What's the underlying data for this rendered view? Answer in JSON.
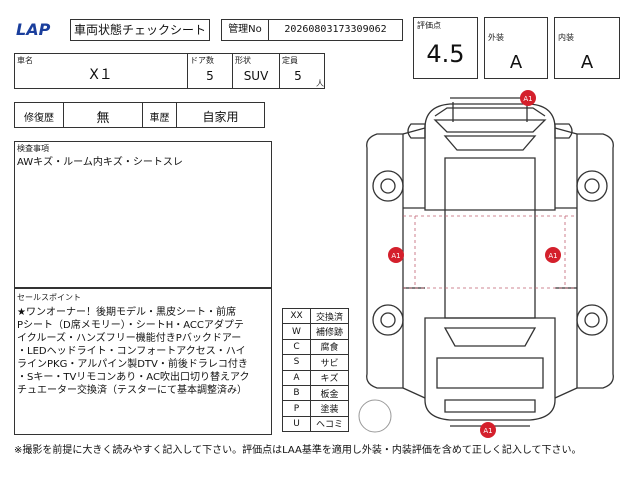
{
  "header": {
    "logo_text": "LAP",
    "sheet_title": "車両状態チェックシート",
    "management_label": "管理No",
    "management_no": "20260803173309062"
  },
  "grades": {
    "overall_label": "評価点",
    "overall": "4.5",
    "exterior_label": "外装",
    "exterior": "A",
    "interior_label": "内装",
    "interior": "A"
  },
  "vehicle": {
    "name_label": "車名",
    "name": "X１",
    "doors_label": "ドア数",
    "doors": "5",
    "shape_label": "形状",
    "shape": "SUV",
    "capacity_label": "定員",
    "capacity": "5",
    "capacity_unit": "人"
  },
  "history": {
    "repair_label": "修復歴",
    "repair": "無",
    "use_label": "車歴",
    "use": "自家用"
  },
  "inspection": {
    "label": "検査事項",
    "text": "AWキズ・ルーム内キズ・シートスレ"
  },
  "sales_points": {
    "label": "セールスポイント",
    "lines": [
      "★ワンオーナー！後期モデル・黒皮シート・前席",
      "Pシート（D席メモリー）・シートH・ACCアダプテ",
      "イクルーズ・ハンズフリー機能付きPバックドアー",
      "・LEDヘッドライト・コンフォートアクセス・ハイ",
      "ラインPKG・アルパイン製DTV・前後ドラレコ付き",
      "・Sキー・TVリモコンあり・AC吹出口切り替えアク",
      "チュエーター交換済（テスターにて基本調整済み）"
    ]
  },
  "legend": [
    {
      "code": "XX",
      "meaning": "交換済"
    },
    {
      "code": "W",
      "meaning": "補修跡"
    },
    {
      "code": "C",
      "meaning": "腐食"
    },
    {
      "code": "S",
      "meaning": "サビ"
    },
    {
      "code": "A",
      "meaning": "キズ"
    },
    {
      "code": "B",
      "meaning": "板金"
    },
    {
      "code": "P",
      "meaning": "塗装"
    },
    {
      "code": "U",
      "meaning": "ヘコミ"
    }
  ],
  "damage_marks": [
    {
      "label": "A1",
      "location": "front bumper"
    },
    {
      "label": "A1",
      "location": "left side"
    },
    {
      "label": "A1",
      "location": "right side"
    },
    {
      "label": "A1",
      "location": "rear bumper"
    }
  ],
  "colors": {
    "damage_mark": "#d4202c",
    "line": "#333333"
  },
  "footer": "※撮影を前提に大きく読みやすく記入して下さい。評価点はLAA基準を適用し外装・内装評価を含めて正しく記入して下さい。"
}
